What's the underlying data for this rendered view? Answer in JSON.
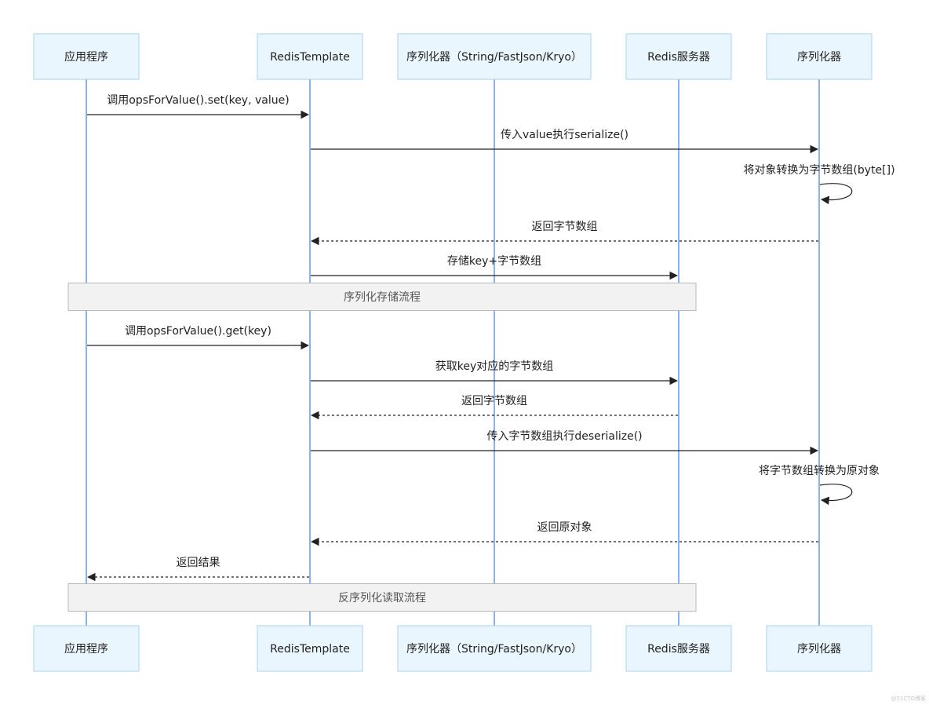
{
  "participants": [
    {
      "id": "app",
      "label": "应用程序"
    },
    {
      "id": "rt",
      "label": "RedisTemplate"
    },
    {
      "id": "ser",
      "label": "序列化器（String/FastJson/Kryo）"
    },
    {
      "id": "redis",
      "label": "Redis服务器"
    },
    {
      "id": "ser2",
      "label": "序列化器"
    }
  ],
  "messages": [
    {
      "from": "app",
      "to": "rt",
      "label": "调用opsForValue().set(key, value)",
      "style": "solid"
    },
    {
      "from": "rt",
      "to": "ser2",
      "label": "传入value执行serialize()",
      "style": "solid"
    },
    {
      "from": "ser2",
      "to": "ser2",
      "label": "将对象转换为字节数组(byte[])",
      "style": "self"
    },
    {
      "from": "ser2",
      "to": "rt",
      "label": "返回字节数组",
      "style": "dashed"
    },
    {
      "from": "rt",
      "to": "redis",
      "label": "存储key+字节数组",
      "style": "solid"
    },
    {
      "note": "序列化存储流程"
    },
    {
      "from": "app",
      "to": "rt",
      "label": "调用opsForValue().get(key)",
      "style": "solid"
    },
    {
      "from": "rt",
      "to": "redis",
      "label": "获取key对应的字节数组",
      "style": "solid"
    },
    {
      "from": "redis",
      "to": "rt",
      "label": "返回字节数组",
      "style": "dashed"
    },
    {
      "from": "rt",
      "to": "ser2",
      "label": "传入字节数组执行deserialize()",
      "style": "solid"
    },
    {
      "from": "ser2",
      "to": "ser2",
      "label": "将字节数组转换为原对象",
      "style": "self"
    },
    {
      "from": "ser2",
      "to": "rt",
      "label": "返回原对象",
      "style": "dashed"
    },
    {
      "from": "rt",
      "to": "app",
      "label": "返回结果",
      "style": "dashed"
    },
    {
      "note": "反序列化读取流程"
    }
  ],
  "colors": {
    "actor_fill": "#eaf6fd",
    "actor_stroke": "#a9d3ee",
    "lifeline": "#6f9fe6",
    "arrow": "#222222",
    "note_fill": "#f2f2f2",
    "note_stroke": "#b8b8b8"
  },
  "watermark": "@51CTO博客"
}
